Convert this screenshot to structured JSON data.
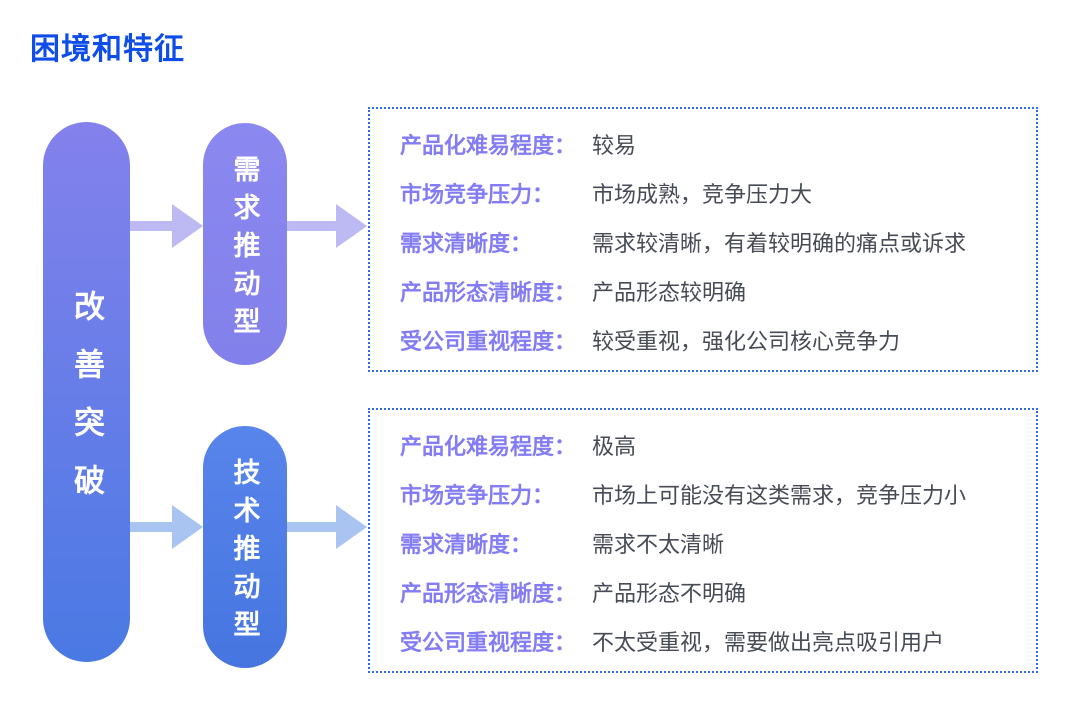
{
  "title": "困境和特征",
  "colors": {
    "title_blue": "#0f4deb",
    "label_purple": "#837cf5",
    "value_gray": "#474b55",
    "box_border_blue": "#2e6bef",
    "root_pill_gradient_top": "#8481ec",
    "root_pill_gradient_bottom": "#4a79e4",
    "demand_pill_purple": "#8280ea",
    "tech_pill_blue": "#4675e0",
    "arrow_purple": "#bdbaf3",
    "arrow_blue": "#a9c4f1"
  },
  "root_pill": {
    "label": "改善突破"
  },
  "branches": [
    {
      "pill_label": "需求推动型",
      "features": [
        {
          "label": "产品化难易程度：",
          "value": "较易"
        },
        {
          "label": "市场竞争压力：",
          "value": "市场成熟，竞争压力大"
        },
        {
          "label": "需求清晰度：",
          "value": "需求较清晰，有着较明确的痛点或诉求"
        },
        {
          "label": "产品形态清晰度：",
          "value": "产品形态较明确"
        },
        {
          "label": "受公司重视程度：",
          "value": "较受重视，强化公司核心竞争力"
        }
      ]
    },
    {
      "pill_label": "技术推动型",
      "features": [
        {
          "label": "产品化难易程度：",
          "value": "极高"
        },
        {
          "label": "市场竞争压力：",
          "value": "市场上可能没有这类需求，竞争压力小"
        },
        {
          "label": "需求清晰度：",
          "value": "需求不太清晰"
        },
        {
          "label": "产品形态清晰度：",
          "value": "产品形态不明确"
        },
        {
          "label": "受公司重视程度：",
          "value": "不太受重视，需要做出亮点吸引用户"
        }
      ]
    }
  ]
}
